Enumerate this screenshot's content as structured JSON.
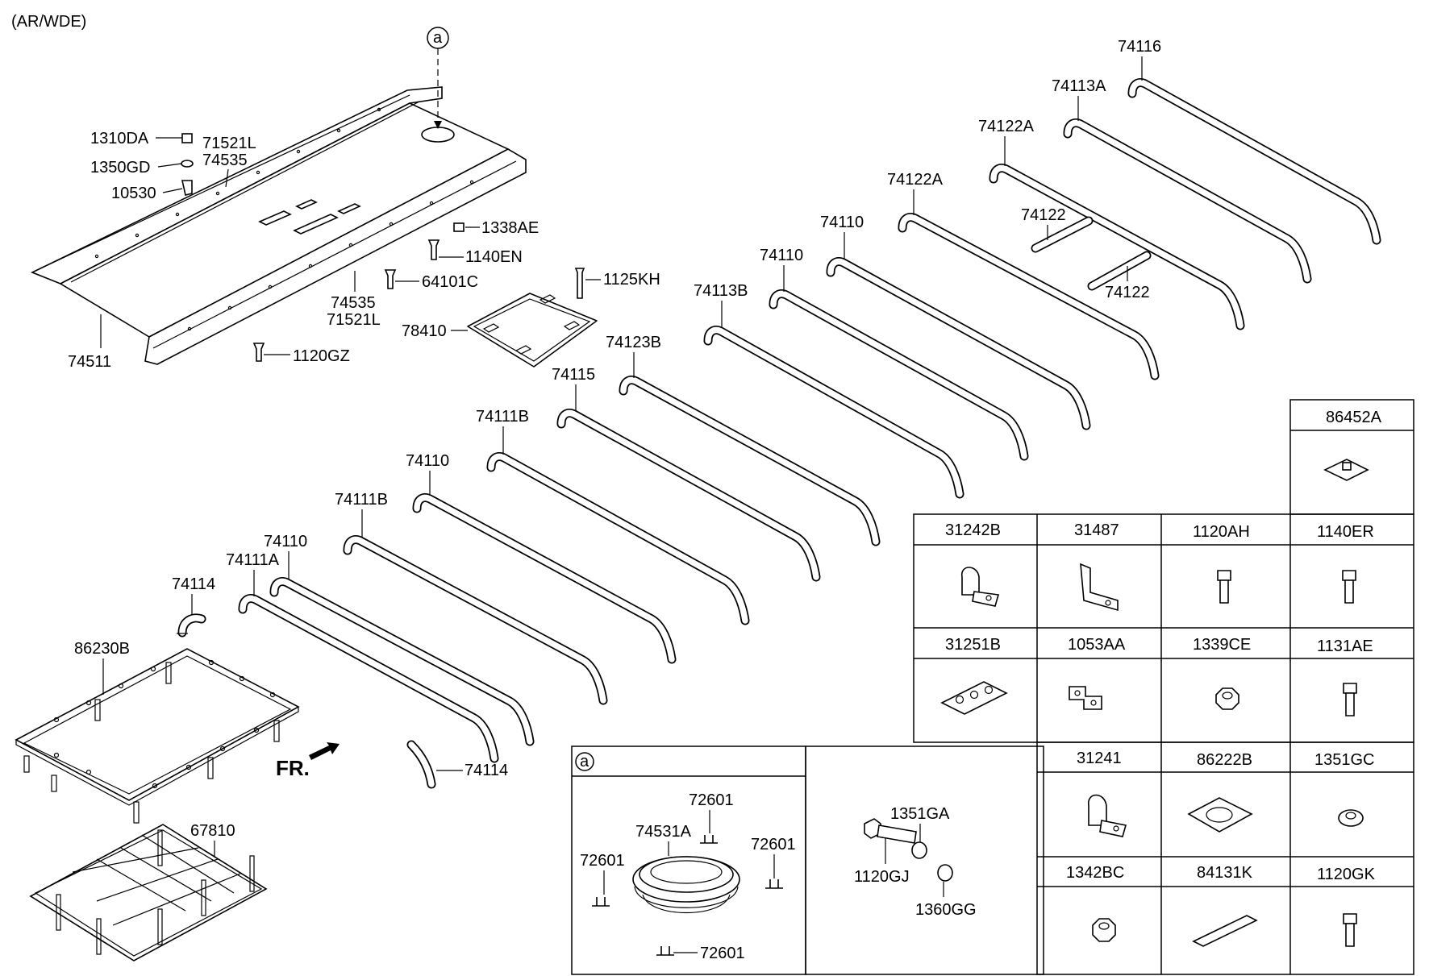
{
  "header": {
    "variant": "(AR/WDE)"
  },
  "callout": {
    "a": "a"
  },
  "orientation": {
    "front": "FR."
  },
  "labels": {
    "l1310DA": "1310DA",
    "l71521L_top": "71521L",
    "l1350GD": "1350GD",
    "l74535_top": "74535",
    "l10530": "10530",
    "l1338AE": "1338AE",
    "l1140EN": "1140EN",
    "l64101C": "64101C",
    "l74535_bot": "74535",
    "l71521L_bot": "71521L",
    "l74511": "74511",
    "l1120GZ": "1120GZ",
    "l1125KH": "1125KH",
    "l78410": "78410",
    "r74116": "74116",
    "r74113A": "74113A",
    "r74122A_1": "74122A",
    "r74122A_2": "74122A",
    "r74122_1": "74122",
    "r74122_2": "74122",
    "r74110_1": "74110",
    "r74110_2": "74110",
    "r74113B": "74113B",
    "r74123B": "74123B",
    "r74115": "74115",
    "r74111B_1": "74111B",
    "r74110_3": "74110",
    "r74111B_2": "74111B",
    "r74110_4": "74110",
    "r74111A": "74111A",
    "r74114_1": "74114",
    "r74114_2": "74114",
    "l86230B": "86230B",
    "l67810": "67810"
  },
  "inset_a": {
    "label": "a",
    "l74531A": "74531A",
    "l72601_top": "72601",
    "l72601_left": "72601",
    "l72601_right": "72601",
    "l72601_bottom": "72601",
    "l1351GA": "1351GA",
    "l1120GJ": "1120GJ",
    "l1360GG": "1360GG"
  },
  "parts_table": {
    "c86452A": "86452A",
    "c31242B": "31242B",
    "c31487": "31487",
    "c1120AH": "1120AH",
    "c1140ER": "1140ER",
    "c31251B": "31251B",
    "c1053AA": "1053AA",
    "c1339CE": "1339CE",
    "c1131AE": "1131AE",
    "c31241": "31241",
    "c86222B": "86222B",
    "c1351GC": "1351GC",
    "c1342BC": "1342BC",
    "c84131K": "84131K",
    "c1120GK": "1120GK"
  }
}
